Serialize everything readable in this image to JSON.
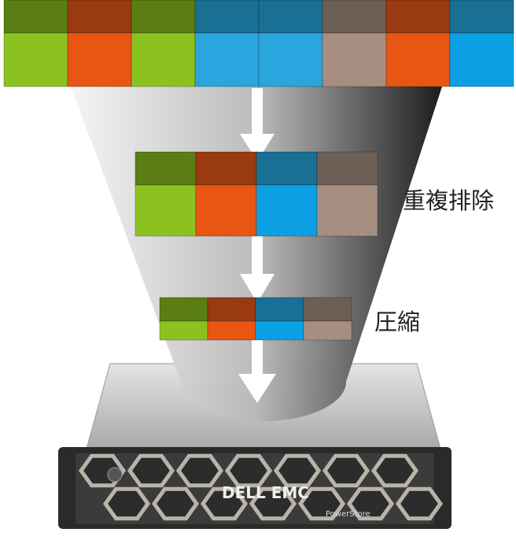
{
  "labels": {
    "dedup": "重複排除",
    "compression": "圧縮"
  },
  "server": {
    "brand": "DELL EMC",
    "product": "PowerStore"
  },
  "colors": {
    "green": "#8cc220",
    "orange": "#e95513",
    "blue": "#2aa5de",
    "blue2": "#0ba0e4",
    "tan": "#a68f80",
    "green_top": "#5a7e14",
    "orange_top": "#9a3a10",
    "blue_top": "#1a6f95",
    "tan_top": "#6d5f56"
  },
  "rows": {
    "input": [
      "green",
      "orange",
      "green",
      "blue",
      "blue",
      "tan",
      "orange",
      "blue2"
    ],
    "deduplicated": [
      "green",
      "orange",
      "blue2",
      "tan"
    ],
    "compressed": [
      "green",
      "orange",
      "blue2",
      "tan"
    ]
  }
}
